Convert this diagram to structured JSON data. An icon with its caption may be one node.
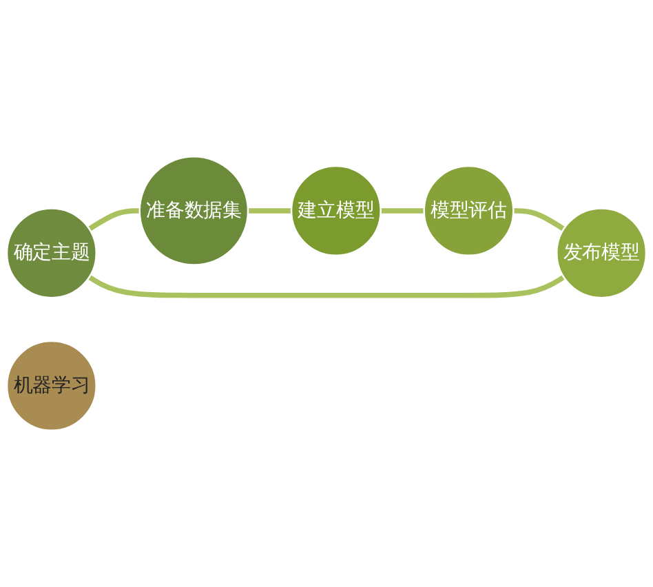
{
  "diagram": {
    "nodes": [
      {
        "text": [
          "确定主题"
        ]
      },
      {
        "text": [
          "准备数据集"
        ]
      },
      {
        "text": [
          "建立模型"
        ]
      },
      {
        "text": [
          "模型评估"
        ]
      },
      {
        "text": [
          "发布模型"
        ]
      },
      {
        "text": [
          "机器学习"
        ]
      }
    ],
    "edges": [
      {
        "from": 0,
        "to": 1,
        "arrow": "none"
      },
      {
        "from": 1,
        "to": 2,
        "arrow": "none"
      },
      {
        "from": 2,
        "to": 3,
        "arrow": "none"
      },
      {
        "from": 3,
        "to": 4,
        "arrow": "none"
      },
      {
        "from": 4,
        "to": 0,
        "arrow": "none"
      }
    ]
  }
}
